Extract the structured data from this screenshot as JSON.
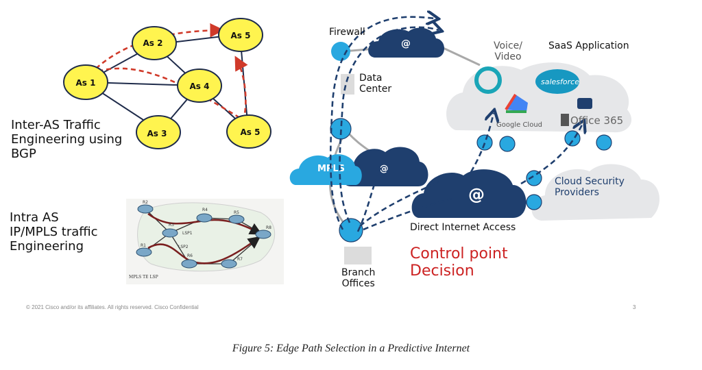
{
  "as_nodes": [
    "As 1",
    "As 2",
    "As 3",
    "As 4",
    "As 5",
    "As 5"
  ],
  "inter_as_label": [
    "Inter-AS Traffic",
    "Engineering using",
    "BGP"
  ],
  "intra_as_label": [
    "Intra AS",
    "IP/MPLS traffic",
    "Engineering"
  ],
  "mpls_nodes": [
    "R1",
    "R2",
    "R3",
    "R4",
    "R5",
    "R6",
    "R7",
    "R8"
  ],
  "mpls_lsp_labels": [
    "LSP1",
    "LSP2",
    "MPLS TE LSP"
  ],
  "labels": {
    "firewall": "Firewall",
    "data_center": [
      "Data",
      "Center"
    ],
    "mpls": "MPLS",
    "at": "@",
    "voice_video": [
      "Voice/",
      "Video"
    ],
    "saas": "SaaS Application",
    "salesforce": "salesforce",
    "google_cloud": "Google Cloud",
    "office365": "Office 365",
    "cloud_security": [
      "Cloud Security",
      "Providers"
    ],
    "direct_internet": "Direct Internet Access",
    "branch": [
      "Branch",
      "Offices"
    ],
    "control_point": [
      "Control point",
      "Decision"
    ]
  },
  "footer": {
    "copyright": "© 2021  Cisco and/or its affiliates. All rights reserved.   Cisco Confidential",
    "page": "3"
  },
  "caption": "Figure 5: Edge Path Selection in a Predictive Internet",
  "colors": {
    "as_fill": "#fff44f",
    "red_path": "#d03a2a",
    "navy": "#1f3f6e",
    "blue": "#29a8e0",
    "grey_cloud": "#e6e7e9",
    "dashed": "#1f3f6e"
  }
}
